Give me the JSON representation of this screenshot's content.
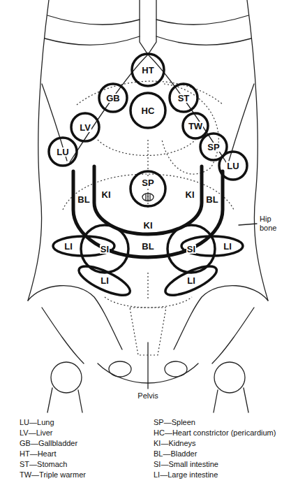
{
  "diagram": {
    "nodes": [
      {
        "text": [
          "HT"
        ]
      },
      {
        "text": [
          "GB"
        ]
      },
      {
        "text": [
          "ST"
        ]
      },
      {
        "text": [
          "HC"
        ]
      },
      {
        "text": [
          "TW"
        ]
      },
      {
        "text": [
          "LV"
        ]
      },
      {
        "text": [
          "SP"
        ]
      },
      {
        "text": [
          "LU"
        ]
      },
      {
        "text": [
          "LU"
        ]
      },
      {
        "text": [
          "SP"
        ]
      },
      {
        "text": [
          "KI",
          "KI",
          "KI"
        ]
      },
      {
        "text": [
          "BL",
          "BL",
          "BL"
        ]
      },
      {
        "text": [
          "SI"
        ]
      },
      {
        "text": [
          "SI"
        ]
      },
      {
        "text": [
          "LI"
        ]
      },
      {
        "text": [
          "LI"
        ]
      },
      {
        "text": [
          "LI"
        ]
      },
      {
        "text": [
          "LI"
        ]
      }
    ],
    "labels": [
      "Hip bone",
      "Pelvis",
      "LU—Lung",
      "SP—Spleen",
      "LV—Liver",
      "HC—Heart constrictor (pericardium)",
      "GB—Gallbladder",
      "KI—Kidneys",
      "HT—Heart",
      "BL—Bladder",
      "ST—Stomach",
      "SI—Small intestine",
      "TW—Triple warmer",
      "LI—Large intestine"
    ]
  }
}
